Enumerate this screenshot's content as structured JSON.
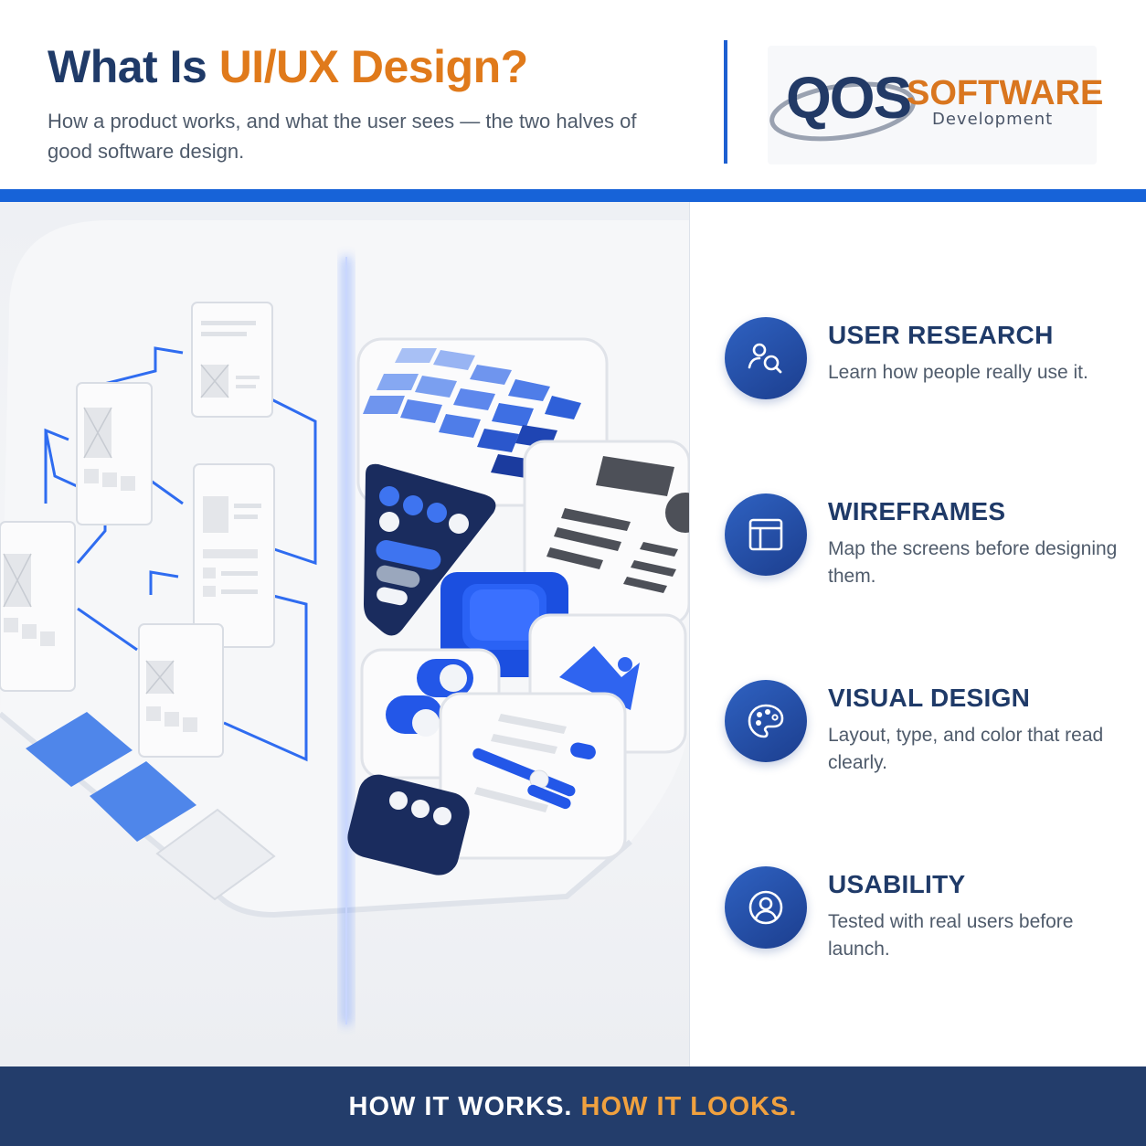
{
  "header": {
    "title_part1": "What Is ",
    "title_part2": "UI/UX Design?",
    "subtitle": "How a product works, and what the user sees — the two halves of good software design."
  },
  "logo": {
    "brand": "QOS",
    "software": "SOFTWARE",
    "development": "Development"
  },
  "features": [
    {
      "title": "USER RESEARCH",
      "description": "Learn how people really use it.",
      "icon": "user-search-icon"
    },
    {
      "title": "WIREFRAMES",
      "description": "Map the screens before designing them.",
      "icon": "wireframe-layout-icon"
    },
    {
      "title": "VISUAL DESIGN",
      "description": "Layout, type, and color that read clearly.",
      "icon": "palette-icon"
    },
    {
      "title": "USABILITY",
      "description": "Tested with real users before launch.",
      "icon": "user-circle-icon"
    }
  ],
  "footer": {
    "part1": "HOW IT WORKS.",
    "part2": "HOW IT LOOKS."
  },
  "colors": {
    "navy": "#1f3a68",
    "orange": "#e07a1b",
    "accent_blue": "#1763d8",
    "footer_bg": "#233d6b",
    "footer_orange": "#f0a13f"
  }
}
